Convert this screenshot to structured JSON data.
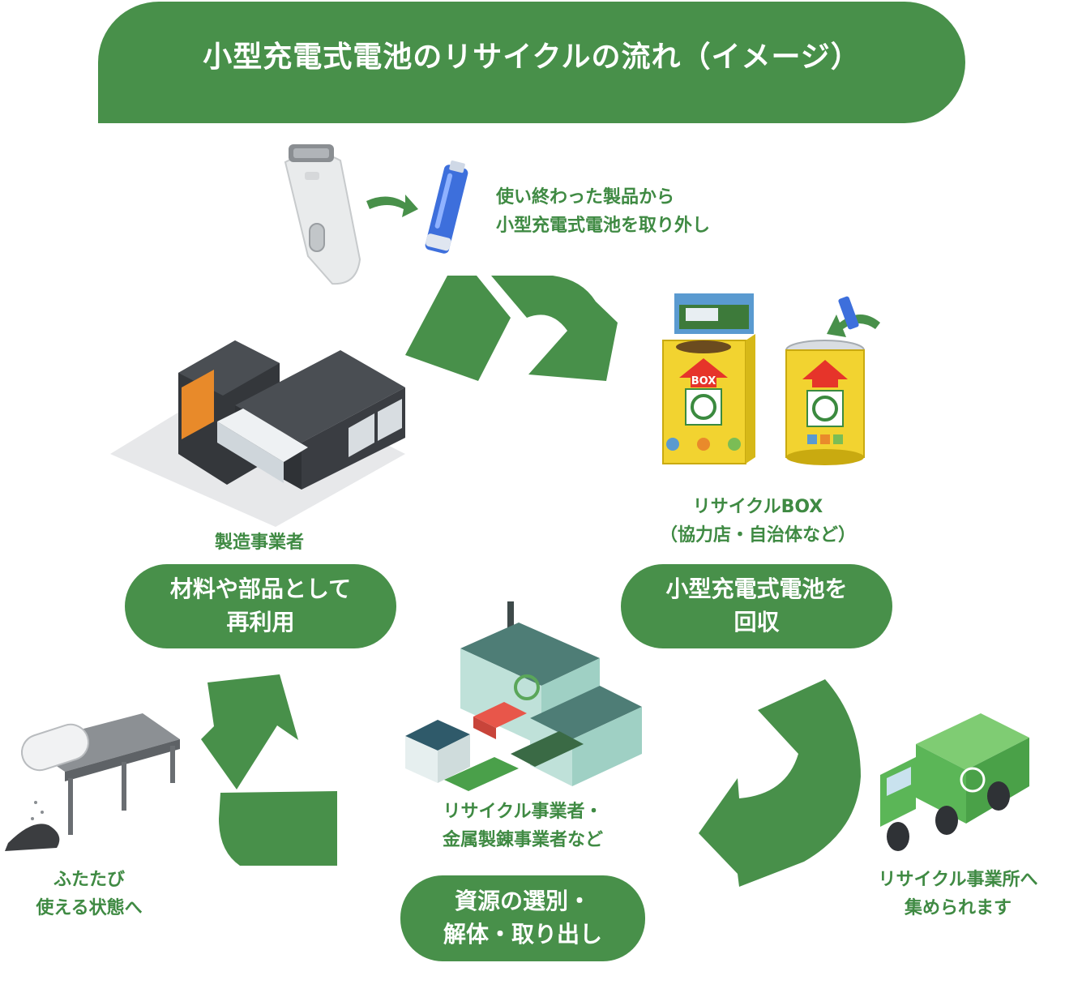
{
  "title": "小型充電式電池のリサイクルの流れ（イメージ）",
  "steps": {
    "remove": {
      "lines": [
        "使い終わった製品から",
        "小型充電式電池を取り外し"
      ]
    },
    "box": {
      "lines": [
        "リサイクルBOX",
        "（協力店・自治体など）"
      ]
    },
    "collect": {
      "lines": [
        "小型充電式電池を",
        "回収"
      ]
    },
    "truck": {
      "lines": [
        "リサイクル事業所へ",
        "集められます"
      ]
    },
    "recycler": {
      "lines": [
        "リサイクル事業者・",
        "金属製錬事業者など"
      ]
    },
    "sort": {
      "lines": [
        "資源の選別・",
        "解体・取り出し"
      ]
    },
    "reuse_state": {
      "lines": [
        "ふたたび",
        "使える状態へ"
      ]
    },
    "manufacturer": {
      "lines": [
        "製造事業者"
      ]
    },
    "reuse": {
      "lines": [
        "材料や部品として",
        "再利用"
      ]
    }
  },
  "box_label": "BOX",
  "colors": {
    "primary_green": "#48904a",
    "text_green": "#3f8a43",
    "box_yellow": "#f2d330",
    "truck_green": "#5bb657"
  }
}
